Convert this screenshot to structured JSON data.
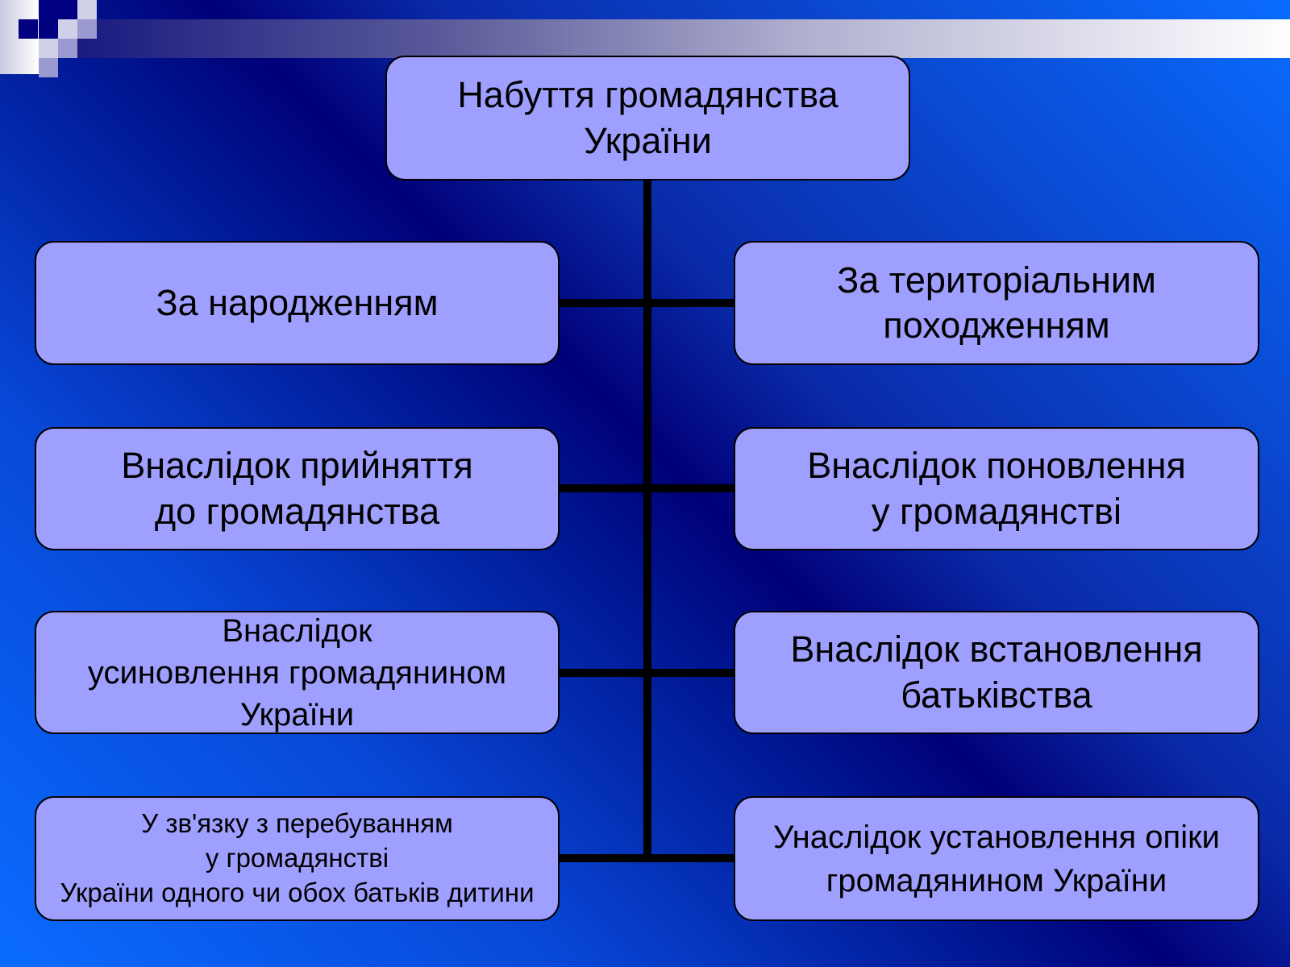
{
  "root": {
    "label": "Набуття громадянства\nУкраїни"
  },
  "left": [
    {
      "label": "За народженням"
    },
    {
      "label": "Внаслідок прийняття\nдо громадянства"
    },
    {
      "label": "Внаслідок\nусиновлення громадянином\nУкраїни"
    },
    {
      "label": "У зв'язку з перебуванням\nу громадянстві\nУкраїни одного чи обох батьків дитини"
    }
  ],
  "right": [
    {
      "label": "За територіальним\nпоходженням"
    },
    {
      "label": "Внаслідок поновлення\nу громадянстві"
    },
    {
      "label": "Внаслідок встановлення\nбатьківства"
    },
    {
      "label": "Унаслідок установлення опіки\nгромадянином України"
    }
  ],
  "colors": {
    "box_fill": "#9f9fff",
    "connector": "#000000"
  }
}
